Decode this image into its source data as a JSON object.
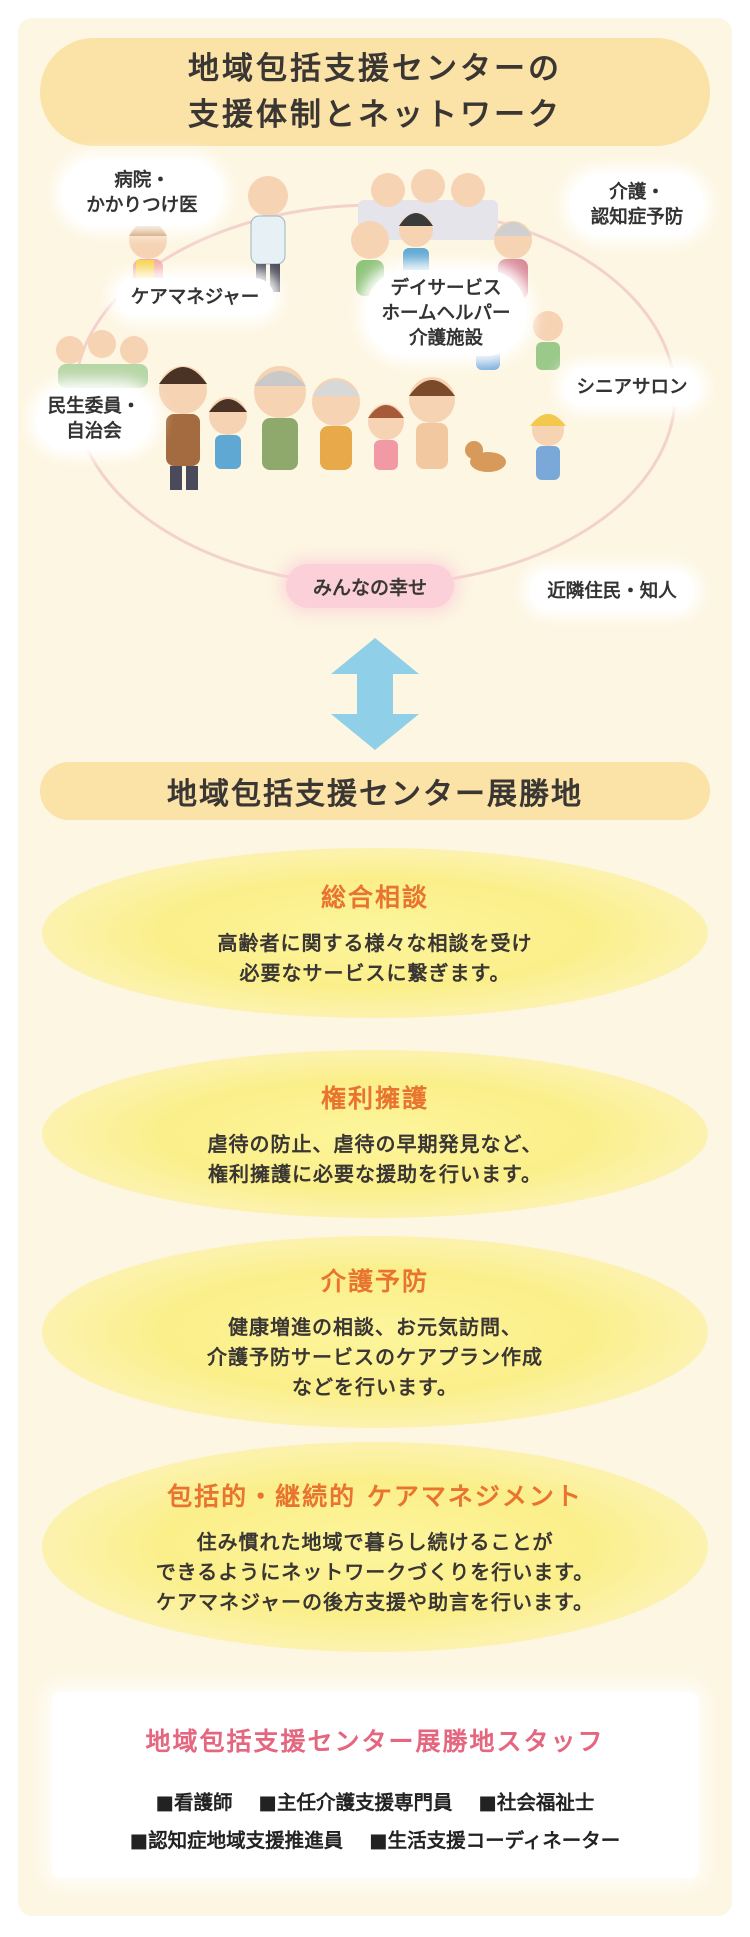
{
  "title": {
    "line1": "地域包括支援センターの",
    "line2": "支援体制とネットワーク"
  },
  "network": {
    "hospital": {
      "line1": "病院・",
      "line2": "かかりつけ医"
    },
    "care_manager": "ケアマネジャー",
    "care_prevention": {
      "line1": "介護・",
      "line2": "認知症予防"
    },
    "day_service": {
      "line1": "デイサービス",
      "line2": "ホームヘルパー",
      "line3": "介護施設"
    },
    "welfare_commissioner": {
      "line1": "民生委員・",
      "line2": "自治会"
    },
    "senior_salon": "シニアサロン",
    "center": "みんなの幸せ",
    "neighbors": "近隣住民・知人"
  },
  "subtitle": "地域包括支援センター展勝地",
  "services": [
    {
      "title": "総合相談",
      "lines": [
        "高齢者に関する様々な相談を受け",
        "必要なサービスに繋ぎます。"
      ]
    },
    {
      "title": "権利擁護",
      "lines": [
        "虐待の防止、虐待の早期発見など、",
        "権利擁護に必要な援助を行います。"
      ]
    },
    {
      "title": "介護予防",
      "lines": [
        "健康増進の相談、お元気訪問、",
        "介護予防サービスのケアプラン作成",
        "などを行います。"
      ]
    },
    {
      "title": "包括的・継続的 ケアマネジメント",
      "lines": [
        "住み慣れた地域で暮らし続けることが",
        "できるようにネットワークづくりを行います。",
        "ケアマネジャーの後方支援や助言を行います。"
      ]
    }
  ],
  "staff": {
    "title": "地域包括支援センター展勝地スタッフ",
    "row1": [
      "■看護師",
      "■主任介護支援専門員",
      "■社会福祉士"
    ],
    "row2": [
      "■認知症地域支援推進員",
      "■生活支援コーディネーター"
    ]
  },
  "colors": {
    "panel": "#fdf6e2",
    "pill": "#fbe2a6",
    "service_title": "#e8742f",
    "staff_title": "#e4667f",
    "arrow": "#8fd0e8"
  }
}
